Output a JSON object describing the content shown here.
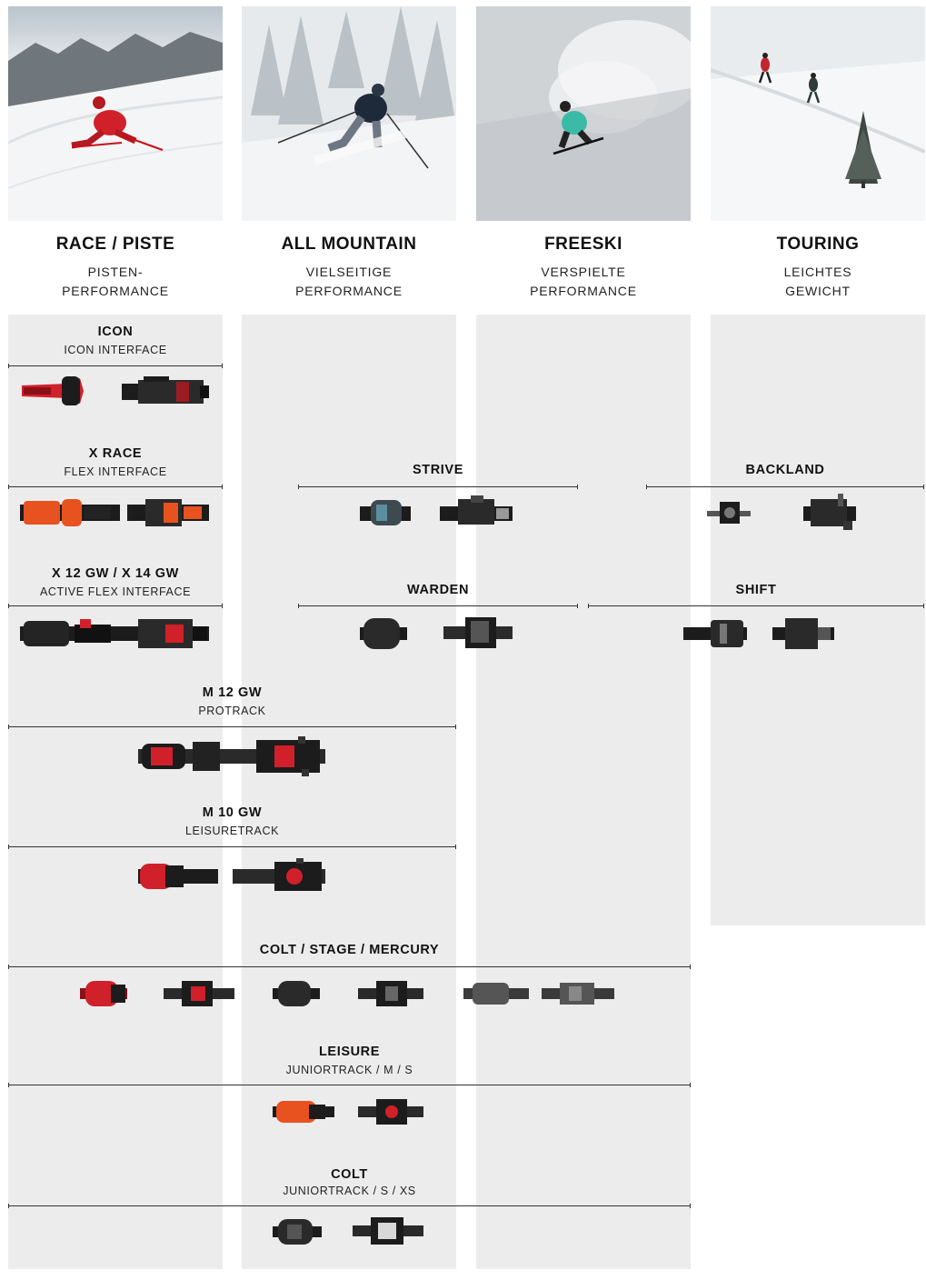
{
  "categories": [
    {
      "title": "RACE / PISTE",
      "subtitle": [
        "PISTEN-",
        "PERFORMANCE"
      ]
    },
    {
      "title": "ALL MOUNTAIN",
      "subtitle": [
        "VIELSEITIGE",
        "PERFORMANCE"
      ]
    },
    {
      "title": "FREESKI",
      "subtitle": [
        "VERSPIELTE",
        "PERFORMANCE"
      ]
    },
    {
      "title": "TOURING",
      "subtitle": [
        "LEICHTES",
        "GEWICHT"
      ]
    }
  ],
  "bindings": {
    "icon": {
      "name": "ICON",
      "interface": "ICON INTERFACE"
    },
    "x_race": {
      "name": "X RACE",
      "interface": "FLEX INTERFACE"
    },
    "x12": {
      "name": "X 12 GW / X 14 GW",
      "interface": "ACTIVE FLEX INTERFACE"
    },
    "strive": {
      "name": "STRIVE"
    },
    "backland": {
      "name": "BACKLAND"
    },
    "warden": {
      "name": "WARDEN"
    },
    "shift": {
      "name": "SHIFT"
    },
    "m12": {
      "name": "M 12 GW",
      "interface": "PROTRACK"
    },
    "m10": {
      "name": "M 10 GW",
      "interface": "LEISURETRACK"
    },
    "colt_stage": {
      "name": "COLT / STAGE / MERCURY"
    },
    "leisure": {
      "name": "LEISURE",
      "interface": "JUNIORTRACK / M / S"
    },
    "colt": {
      "name": "COLT",
      "interface": "JUNIORTRACK / S / XS"
    }
  },
  "colors": {
    "column_bg": "#ececec",
    "accent_red": "#d0202a",
    "accent_orange": "#e8521e",
    "binding_dark": "#1c1c1c"
  }
}
